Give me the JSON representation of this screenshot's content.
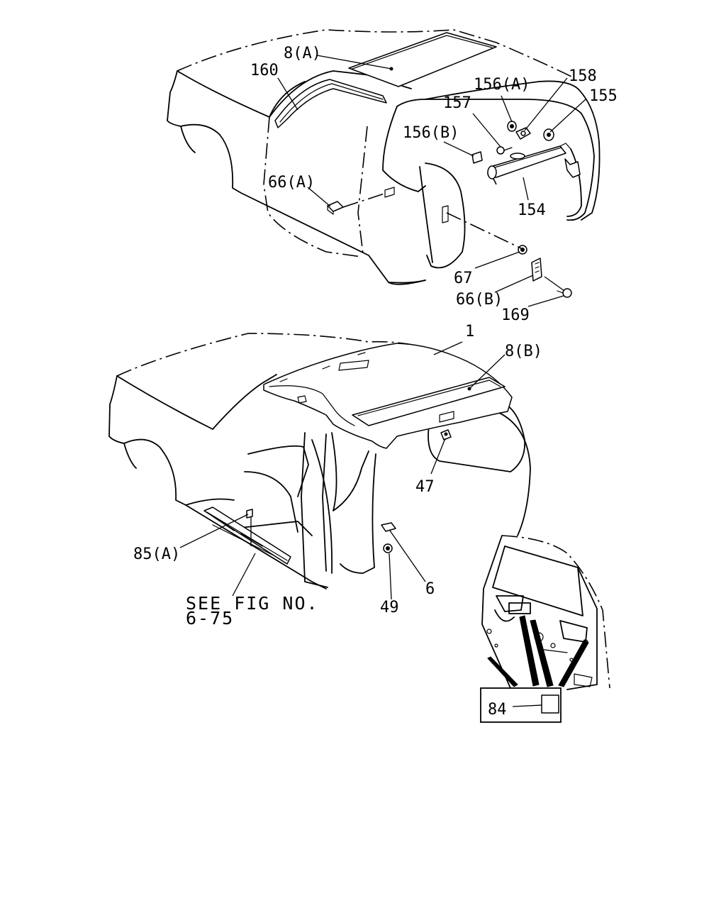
{
  "callouts": {
    "c_8a": "8(A)",
    "c_160": "160",
    "c_156a": "156(A)",
    "c_158": "158",
    "c_155": "155",
    "c_157": "157",
    "c_156b": "156(B)",
    "c_66a": "66(A)",
    "c_154": "154",
    "c_67": "67",
    "c_66b": "66(B)",
    "c_169": "169",
    "c_1": "1",
    "c_8b": "8(B)",
    "c_47": "47",
    "c_85a": "85(A)",
    "c_6": "6",
    "c_49": "49",
    "c_84": "84"
  },
  "reference": {
    "line1": "SEE FIG NO.",
    "line2": "6-75"
  }
}
